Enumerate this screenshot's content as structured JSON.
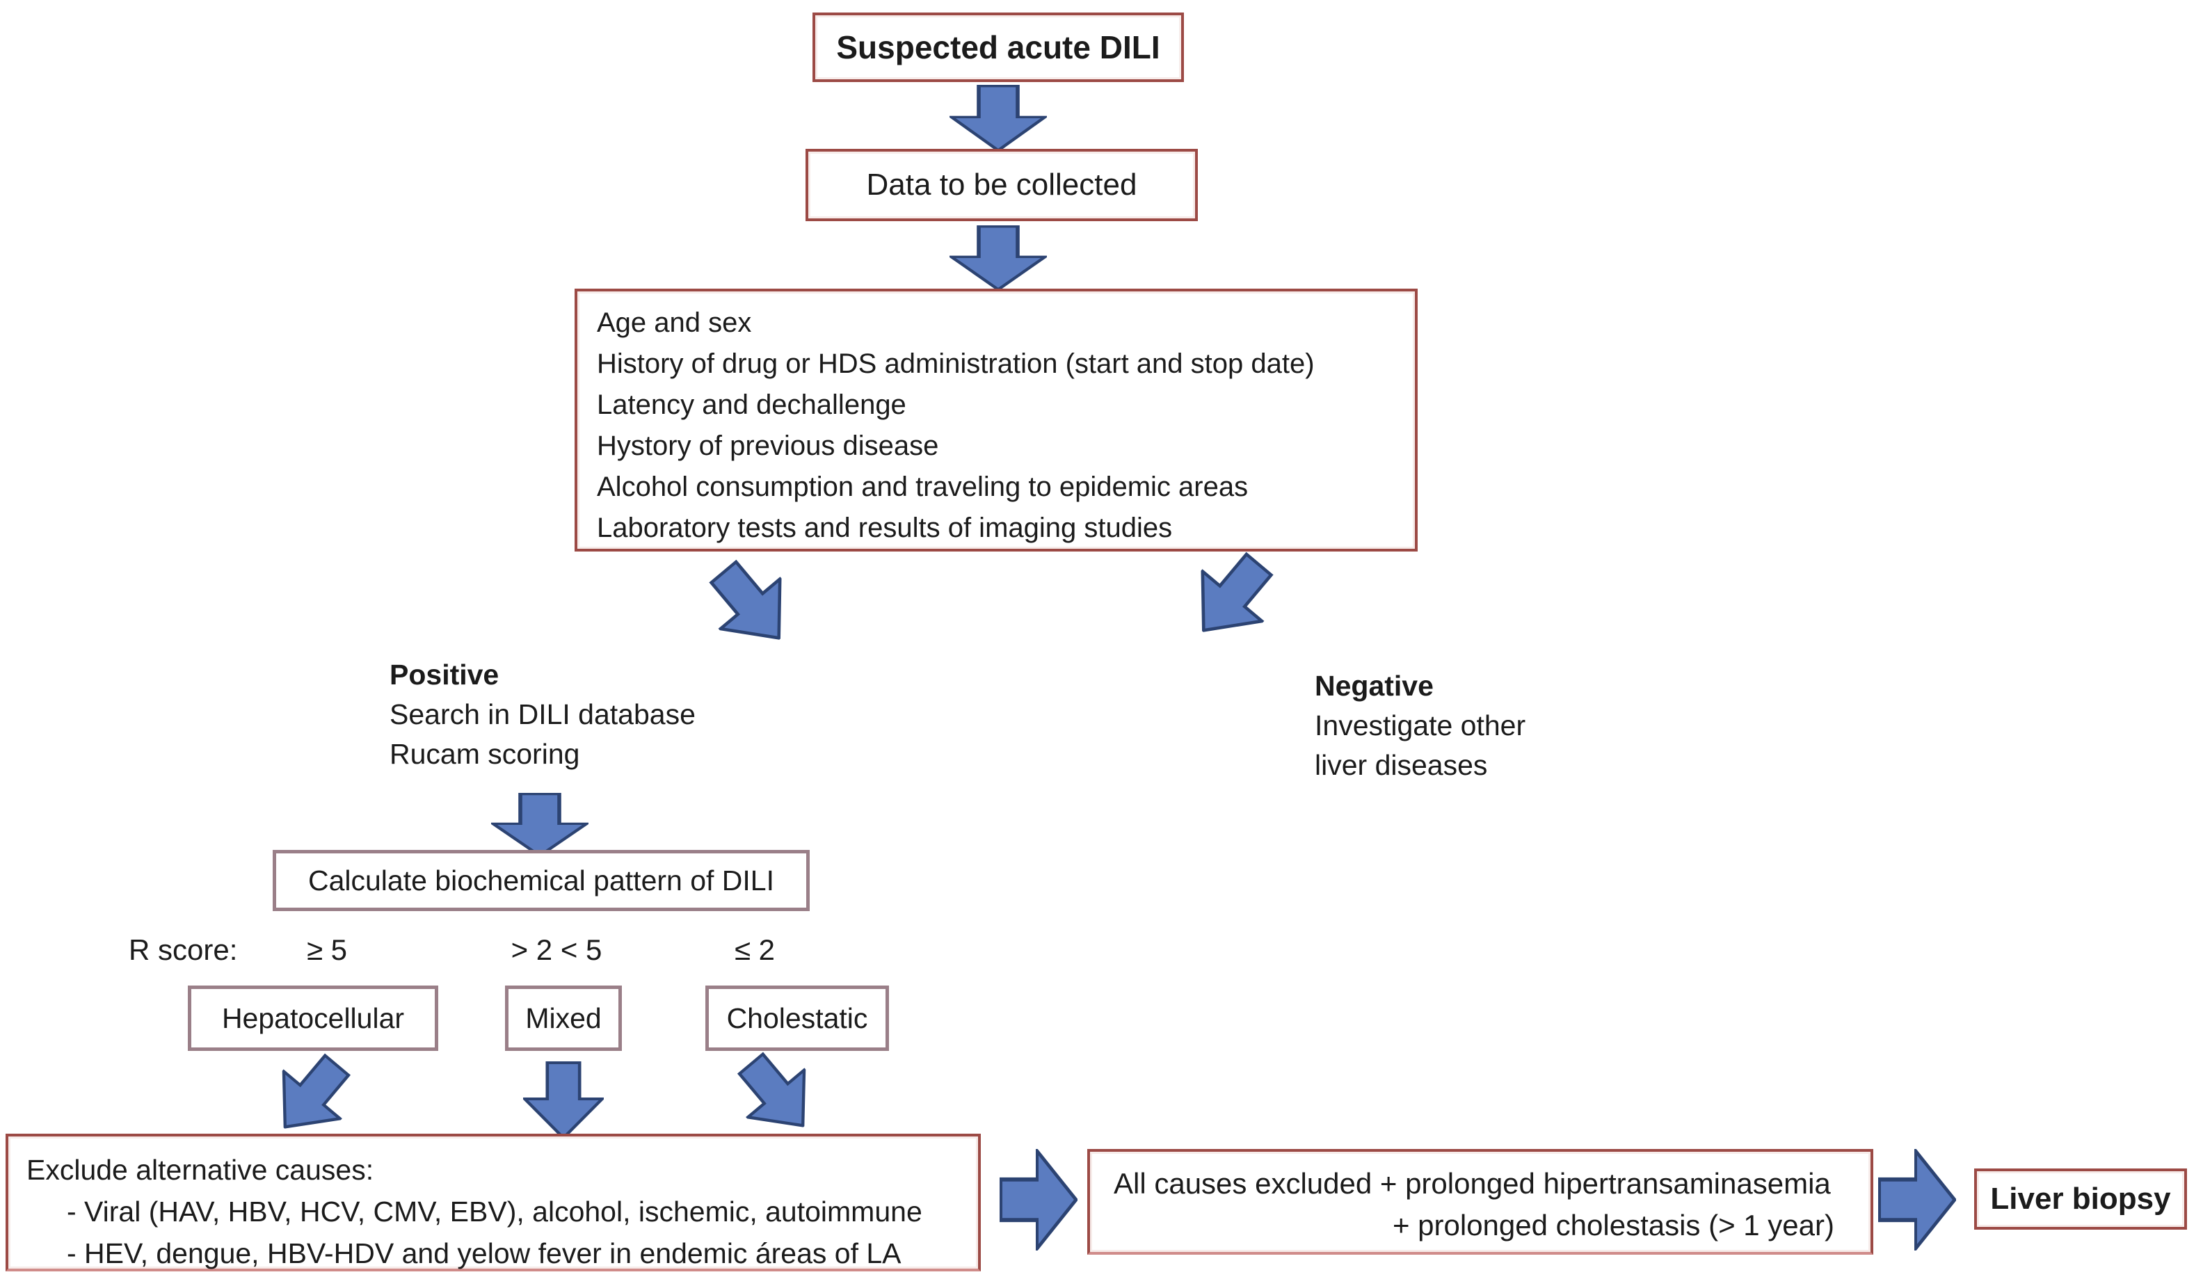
{
  "colors": {
    "arrow_fill": "#5b7cc0",
    "arrow_stroke": "#2c4372",
    "box_border_red": "#9c4a45",
    "box_border_mauve": "#9a7f88",
    "text": "#1b1b1b",
    "background": "#ffffff"
  },
  "flow": {
    "suspected": "Suspected acute DILI",
    "data_collected": "Data to be collected",
    "data_items": [
      "Age and sex",
      "History of drug or HDS administration (start and stop date)",
      "Latency and dechallenge",
      "Hystory of previous disease",
      "Alcohol consumption and traveling to epidemic areas",
      "Laboratory tests and results of imaging studies"
    ],
    "positive": {
      "title": "Positive",
      "line1": "Search in DILI database",
      "line2": "Rucam scoring"
    },
    "negative": {
      "title": "Negative",
      "line1": "Investigate other",
      "line2": "liver diseases"
    },
    "calculate": "Calculate biochemical pattern of DILI",
    "r_score_label": "R score:",
    "thresholds": [
      "≥ 5",
      "> 2 < 5",
      "≤ 2"
    ],
    "patterns": [
      "Hepatocellular",
      "Mixed",
      "Cholestatic"
    ],
    "exclude": {
      "title": "Exclude alternative causes:",
      "line1": "- Viral (HAV, HBV, HCV, CMV, EBV), alcohol, ischemic, autoimmune",
      "line2": "- HEV, dengue, HBV-HDV and yelow fever in endemic áreas of LA"
    },
    "all_causes": {
      "line1": "All causes excluded + prolonged hipertransaminasemia",
      "line2": "+ prolonged cholestasis (> 1 year)"
    },
    "liver_biopsy": "Liver biopsy"
  }
}
